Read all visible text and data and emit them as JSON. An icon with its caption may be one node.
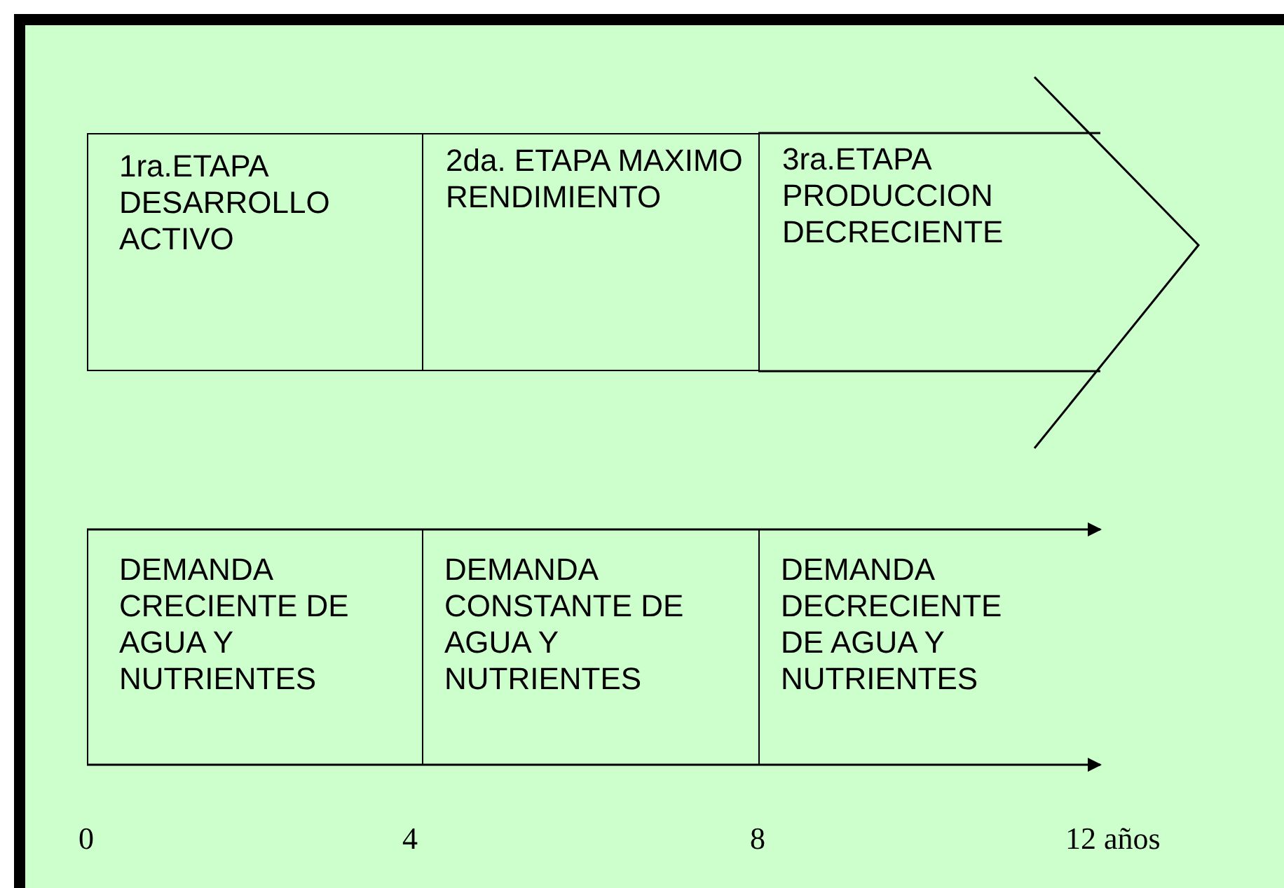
{
  "diagram": {
    "nodes": [
      {
        "text": [
          "1ra.ETAPA DESARROLLO ACTIVO"
        ]
      },
      {
        "text": [
          "2da. ETAPA MAXIMO RENDIMIENTO"
        ]
      },
      {
        "text": [
          "3ra.ETAPA PRODUCCION DECRECIENTE"
        ]
      },
      {
        "text": [
          "DEMANDA CRECIENTE DE AGUA Y NUTRIENTES"
        ]
      },
      {
        "text": [
          "DEMANDA CONSTANTE DE AGUA Y NUTRIENTES"
        ]
      },
      {
        "text": [
          "DEMANDA DECRECIENTE DE AGUA Y NUTRIENTES"
        ]
      }
    ],
    "labels": [
      "0",
      "4",
      "8",
      "12 años"
    ]
  }
}
